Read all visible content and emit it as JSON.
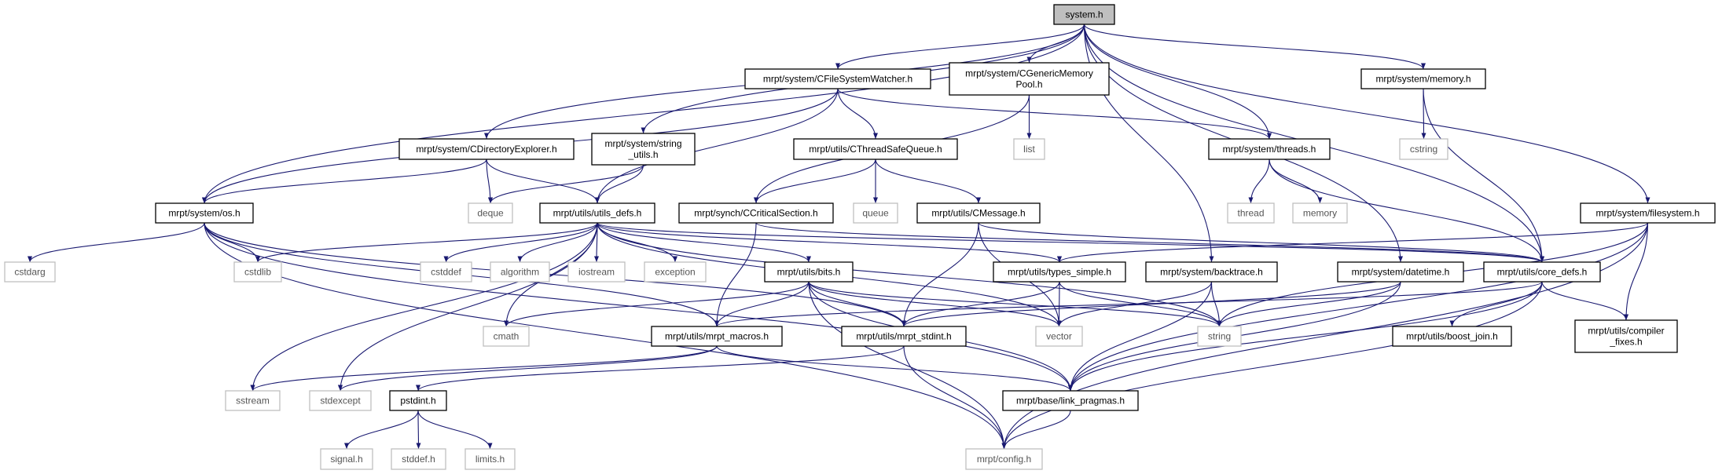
{
  "title": "system.h",
  "edge_color": "#191970",
  "nodes": [
    {
      "id": "system",
      "label": [
        "system.h"
      ],
      "kind": "root"
    },
    {
      "id": "cfsw",
      "label": [
        "mrpt/system/CFileSystemWatcher.h"
      ],
      "kind": "local"
    },
    {
      "id": "cgmp",
      "label": [
        "mrpt/system/CGenericMemory",
        "Pool.h"
      ],
      "kind": "local"
    },
    {
      "id": "memory_h",
      "label": [
        "mrpt/system/memory.h"
      ],
      "kind": "local"
    },
    {
      "id": "cdir",
      "label": [
        "mrpt/system/CDirectoryExplorer.h"
      ],
      "kind": "local"
    },
    {
      "id": "strutils",
      "label": [
        "mrpt/system/string",
        "_utils.h"
      ],
      "kind": "local"
    },
    {
      "id": "ctsq",
      "label": [
        "mrpt/utils/CThreadSafeQueue.h"
      ],
      "kind": "local"
    },
    {
      "id": "list",
      "label": [
        "list"
      ],
      "kind": "sys"
    },
    {
      "id": "threads",
      "label": [
        "mrpt/system/threads.h"
      ],
      "kind": "local"
    },
    {
      "id": "cstring",
      "label": [
        "cstring"
      ],
      "kind": "sys"
    },
    {
      "id": "os",
      "label": [
        "mrpt/system/os.h"
      ],
      "kind": "local"
    },
    {
      "id": "deque",
      "label": [
        "deque"
      ],
      "kind": "sys"
    },
    {
      "id": "utilsdefs",
      "label": [
        "mrpt/utils/utils_defs.h"
      ],
      "kind": "local"
    },
    {
      "id": "ccs",
      "label": [
        "mrpt/synch/CCriticalSection.h"
      ],
      "kind": "local"
    },
    {
      "id": "queue",
      "label": [
        "queue"
      ],
      "kind": "sys"
    },
    {
      "id": "cmessage",
      "label": [
        "mrpt/utils/CMessage.h"
      ],
      "kind": "local"
    },
    {
      "id": "thread",
      "label": [
        "thread"
      ],
      "kind": "sys"
    },
    {
      "id": "memory",
      "label": [
        "memory"
      ],
      "kind": "sys"
    },
    {
      "id": "filesystem",
      "label": [
        "mrpt/system/filesystem.h"
      ],
      "kind": "local"
    },
    {
      "id": "cstdarg",
      "label": [
        "cstdarg"
      ],
      "kind": "sys"
    },
    {
      "id": "cstdlib",
      "label": [
        "cstdlib"
      ],
      "kind": "sys"
    },
    {
      "id": "cstddef",
      "label": [
        "cstddef"
      ],
      "kind": "sys"
    },
    {
      "id": "algorithm",
      "label": [
        "algorithm"
      ],
      "kind": "sys"
    },
    {
      "id": "iostream",
      "label": [
        "iostream"
      ],
      "kind": "sys"
    },
    {
      "id": "exception",
      "label": [
        "exception"
      ],
      "kind": "sys"
    },
    {
      "id": "bits",
      "label": [
        "mrpt/utils/bits.h"
      ],
      "kind": "local"
    },
    {
      "id": "typessimple",
      "label": [
        "mrpt/utils/types_simple.h"
      ],
      "kind": "local"
    },
    {
      "id": "backtrace",
      "label": [
        "mrpt/system/backtrace.h"
      ],
      "kind": "local"
    },
    {
      "id": "datetime",
      "label": [
        "mrpt/system/datetime.h"
      ],
      "kind": "local"
    },
    {
      "id": "coredefs",
      "label": [
        "mrpt/utils/core_defs.h"
      ],
      "kind": "local"
    },
    {
      "id": "cmath",
      "label": [
        "cmath"
      ],
      "kind": "sys"
    },
    {
      "id": "macros",
      "label": [
        "mrpt/utils/mrpt_macros.h"
      ],
      "kind": "local"
    },
    {
      "id": "stdint",
      "label": [
        "mrpt/utils/mrpt_stdint.h"
      ],
      "kind": "local"
    },
    {
      "id": "vector",
      "label": [
        "vector"
      ],
      "kind": "sys"
    },
    {
      "id": "string",
      "label": [
        "string"
      ],
      "kind": "sys"
    },
    {
      "id": "boostjoin",
      "label": [
        "mrpt/utils/boost_join.h"
      ],
      "kind": "local"
    },
    {
      "id": "compfix",
      "label": [
        "mrpt/utils/compiler",
        "_fixes.h"
      ],
      "kind": "local"
    },
    {
      "id": "sstream",
      "label": [
        "sstream"
      ],
      "kind": "sys"
    },
    {
      "id": "stdexcept",
      "label": [
        "stdexcept"
      ],
      "kind": "sys"
    },
    {
      "id": "pstdint",
      "label": [
        "pstdint.h"
      ],
      "kind": "local"
    },
    {
      "id": "linkpragmas",
      "label": [
        "mrpt/base/link_pragmas.h"
      ],
      "kind": "local"
    },
    {
      "id": "signal",
      "label": [
        "signal.h"
      ],
      "kind": "sys"
    },
    {
      "id": "stddef",
      "label": [
        "stddef.h"
      ],
      "kind": "sys"
    },
    {
      "id": "limits",
      "label": [
        "limits.h"
      ],
      "kind": "sys"
    },
    {
      "id": "config",
      "label": [
        "mrpt/config.h"
      ],
      "kind": "sys"
    }
  ],
  "edges": [
    [
      "system",
      "os"
    ],
    [
      "system",
      "cdir"
    ],
    [
      "system",
      "strutils"
    ],
    [
      "system",
      "cfsw"
    ],
    [
      "system",
      "cgmp"
    ],
    [
      "system",
      "threads"
    ],
    [
      "system",
      "memory_h"
    ],
    [
      "system",
      "filesystem"
    ],
    [
      "system",
      "backtrace"
    ],
    [
      "system",
      "datetime"
    ],
    [
      "system",
      "coredefs"
    ],
    [
      "cfsw",
      "os"
    ],
    [
      "cfsw",
      "utilsdefs"
    ],
    [
      "cfsw",
      "ctsq"
    ],
    [
      "cfsw",
      "threads"
    ],
    [
      "cgmp",
      "list"
    ],
    [
      "cgmp",
      "ccs"
    ],
    [
      "cdir",
      "os"
    ],
    [
      "cdir",
      "deque"
    ],
    [
      "cdir",
      "utilsdefs"
    ],
    [
      "strutils",
      "deque"
    ],
    [
      "strutils",
      "utilsdefs"
    ],
    [
      "ctsq",
      "queue"
    ],
    [
      "ctsq",
      "ccs"
    ],
    [
      "ctsq",
      "cmessage"
    ],
    [
      "threads",
      "thread"
    ],
    [
      "threads",
      "memory"
    ],
    [
      "threads",
      "coredefs"
    ],
    [
      "memory_h",
      "cstring"
    ],
    [
      "memory_h",
      "coredefs"
    ],
    [
      "filesystem",
      "typessimple"
    ],
    [
      "filesystem",
      "string"
    ],
    [
      "filesystem",
      "compfix"
    ],
    [
      "filesystem",
      "linkpragmas"
    ],
    [
      "filesystem",
      "config"
    ],
    [
      "os",
      "cstdarg"
    ],
    [
      "os",
      "cstdlib"
    ],
    [
      "os",
      "macros"
    ],
    [
      "os",
      "stdint"
    ],
    [
      "os",
      "linkpragmas"
    ],
    [
      "os",
      "config"
    ],
    [
      "utilsdefs",
      "cstdlib"
    ],
    [
      "utilsdefs",
      "cstddef"
    ],
    [
      "utilsdefs",
      "algorithm"
    ],
    [
      "utilsdefs",
      "iostream"
    ],
    [
      "utilsdefs",
      "exception"
    ],
    [
      "utilsdefs",
      "bits"
    ],
    [
      "utilsdefs",
      "sstream"
    ],
    [
      "utilsdefs",
      "stdexcept"
    ],
    [
      "utilsdefs",
      "cmath"
    ],
    [
      "utilsdefs",
      "typessimple"
    ],
    [
      "utilsdefs",
      "vector"
    ],
    [
      "utilsdefs",
      "string"
    ],
    [
      "utilsdefs",
      "coredefs"
    ],
    [
      "ccs",
      "macros"
    ],
    [
      "ccs",
      "coredefs"
    ],
    [
      "cmessage",
      "stdint"
    ],
    [
      "cmessage",
      "vector"
    ],
    [
      "cmessage",
      "coredefs"
    ],
    [
      "bits",
      "cmath"
    ],
    [
      "bits",
      "macros"
    ],
    [
      "bits",
      "stdint"
    ],
    [
      "bits",
      "vector"
    ],
    [
      "bits",
      "string"
    ],
    [
      "bits",
      "linkpragmas"
    ],
    [
      "bits",
      "config"
    ],
    [
      "typessimple",
      "stdint"
    ],
    [
      "typessimple",
      "vector"
    ],
    [
      "typessimple",
      "string"
    ],
    [
      "backtrace",
      "vector"
    ],
    [
      "backtrace",
      "string"
    ],
    [
      "backtrace",
      "linkpragmas"
    ],
    [
      "datetime",
      "stdint"
    ],
    [
      "datetime",
      "string"
    ],
    [
      "datetime",
      "linkpragmas"
    ],
    [
      "coredefs",
      "macros"
    ],
    [
      "coredefs",
      "linkpragmas"
    ],
    [
      "coredefs",
      "boostjoin"
    ],
    [
      "coredefs",
      "compfix"
    ],
    [
      "coredefs",
      "config"
    ],
    [
      "macros",
      "sstream"
    ],
    [
      "macros",
      "stdexcept"
    ],
    [
      "macros",
      "linkpragmas"
    ],
    [
      "stdint",
      "pstdint"
    ],
    [
      "stdint",
      "config"
    ],
    [
      "pstdint",
      "signal"
    ],
    [
      "pstdint",
      "stddef"
    ],
    [
      "pstdint",
      "limits"
    ],
    [
      "linkpragmas",
      "config"
    ]
  ]
}
